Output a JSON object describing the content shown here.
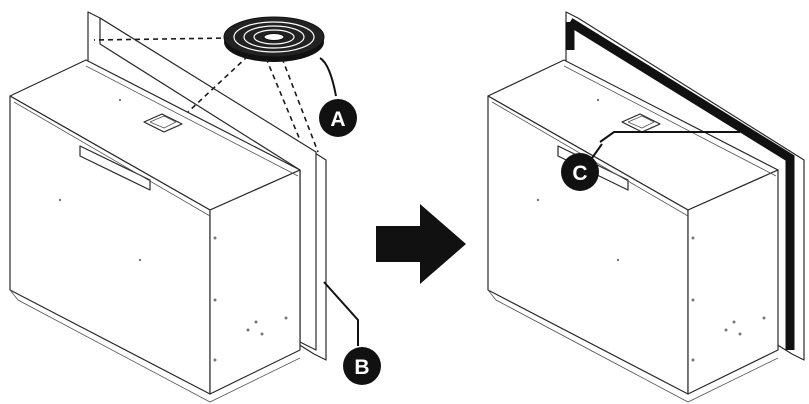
{
  "callouts": {
    "a": {
      "label": "A"
    },
    "b": {
      "label": "B"
    },
    "c": {
      "label": "C"
    }
  },
  "colors": {
    "line": "#2a2a2a",
    "callout_fill": "#111111",
    "gasket": "#111111",
    "arrow": "#111111"
  },
  "icons": {
    "arrow": "right-arrow-icon",
    "gasket_roll": "gasket-roll-icon"
  }
}
